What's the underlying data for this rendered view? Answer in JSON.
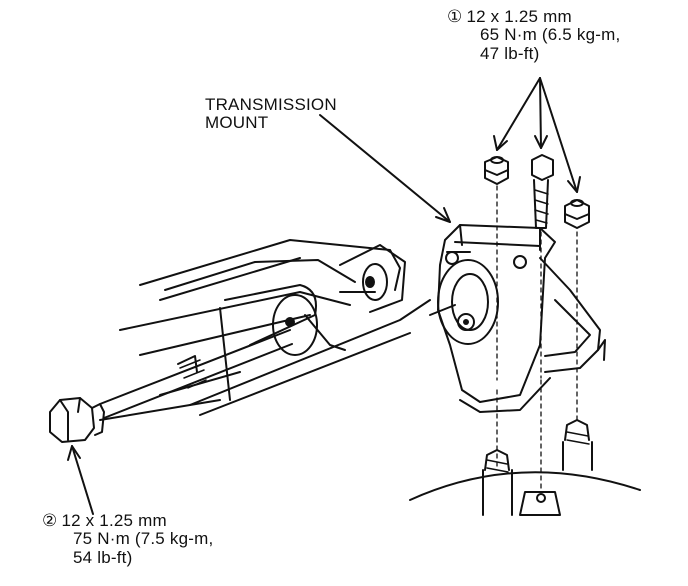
{
  "labels": {
    "mount_title_line1": "TRANSMISSION",
    "mount_title_line2": "MOUNT",
    "callout_top": {
      "marker": "①",
      "line1": "12 x 1.25 mm",
      "line2": "65 N·m (6.5 kg-m,",
      "line3": "47 lb-ft)"
    },
    "callout_bottom": {
      "marker": "②",
      "line1": "12 x 1.25 mm",
      "line2": "75 N·m (7.5 kg-m,",
      "line3": "54 lb-ft)"
    }
  },
  "colors": {
    "ink": "#111111",
    "paper": "#ffffff"
  }
}
